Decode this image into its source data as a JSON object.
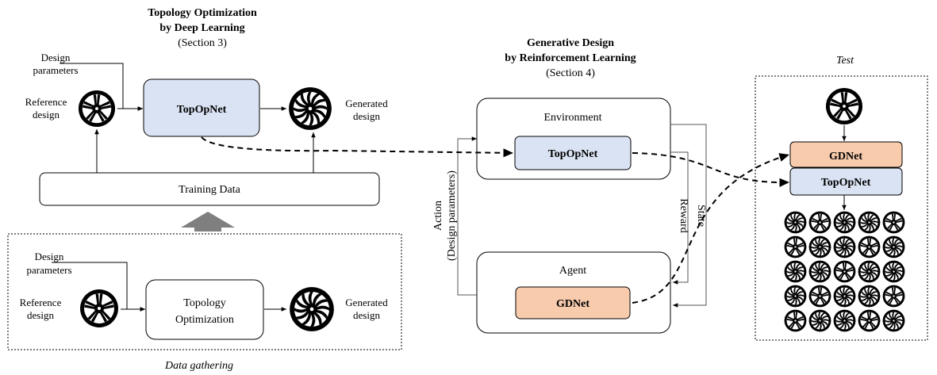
{
  "colors": {
    "blue_box": "#dae3f3",
    "orange_box": "#f8cbad",
    "gray_arrow": "#7f7f7f"
  },
  "icons": {
    "reference_wheel": "wheel-spoke-icon",
    "generated_wheel": "wheel-swirl-icon"
  },
  "topology": {
    "title_line1": "Topology Optimization",
    "title_line2": "by Deep Learning",
    "section": "(Section 3)",
    "design_params_line1": "Design",
    "design_params_line2": "parameters",
    "reference_line1": "Reference",
    "reference_line2": "design",
    "topopnet": "TopOpNet",
    "generated_line1": "Generated",
    "generated_line2": "design",
    "training_data": "Training Data"
  },
  "data_gathering": {
    "caption": "Data gathering",
    "design_params_line1": "Design",
    "design_params_line2": "parameters",
    "reference_line1": "Reference",
    "reference_line2": "design",
    "topopt_line1": "Topology",
    "topopt_line2": "Optimization",
    "generated_line1": "Generated",
    "generated_line2": "design"
  },
  "generative": {
    "title_line1": "Generative Design",
    "title_line2": "by Reinforcement Learning",
    "section": "(Section 4)",
    "environment": "Environment",
    "topopnet": "TopOpNet",
    "agent": "Agent",
    "gdnet": "GDNet",
    "action_line1": "Action",
    "action_line2": "(Design parameters)",
    "reward": "Reward",
    "state": "State"
  },
  "test": {
    "caption": "Test",
    "gdnet": "GDNet",
    "topopnet": "TopOpNet"
  }
}
